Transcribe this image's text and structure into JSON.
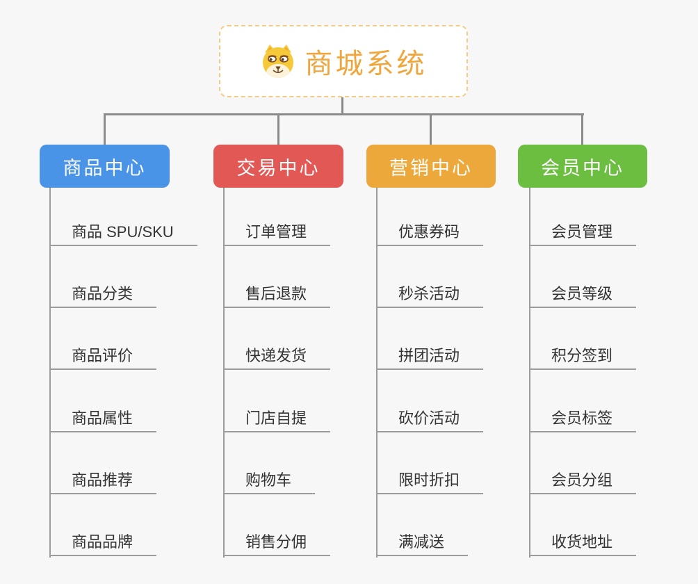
{
  "root": {
    "title": "商城系统",
    "icon": "shiba-dog-face",
    "title_color": "#EFA63C",
    "border_color": "#F3CB85"
  },
  "connector_color": "#8A8A8A",
  "background_color": "#F7F7F7",
  "branches": [
    {
      "label": "商品中心",
      "color": "#4A94E8",
      "items": [
        "商品 SPU/SKU",
        "商品分类",
        "商品评价",
        "商品属性",
        "商品推荐",
        "商品品牌"
      ]
    },
    {
      "label": "交易中心",
      "color": "#E15855",
      "items": [
        "订单管理",
        "售后退款",
        "快递发货",
        "门店自提",
        "购物车",
        "销售分佣"
      ]
    },
    {
      "label": "营销中心",
      "color": "#EDA83C",
      "items": [
        "优惠券码",
        "秒杀活动",
        "拼团活动",
        "砍价活动",
        "限时折扣",
        "满减送"
      ]
    },
    {
      "label": "会员中心",
      "color": "#6CBE40",
      "items": [
        "会员管理",
        "会员等级",
        "积分签到",
        "会员标签",
        "会员分组",
        "收货地址"
      ]
    }
  ]
}
